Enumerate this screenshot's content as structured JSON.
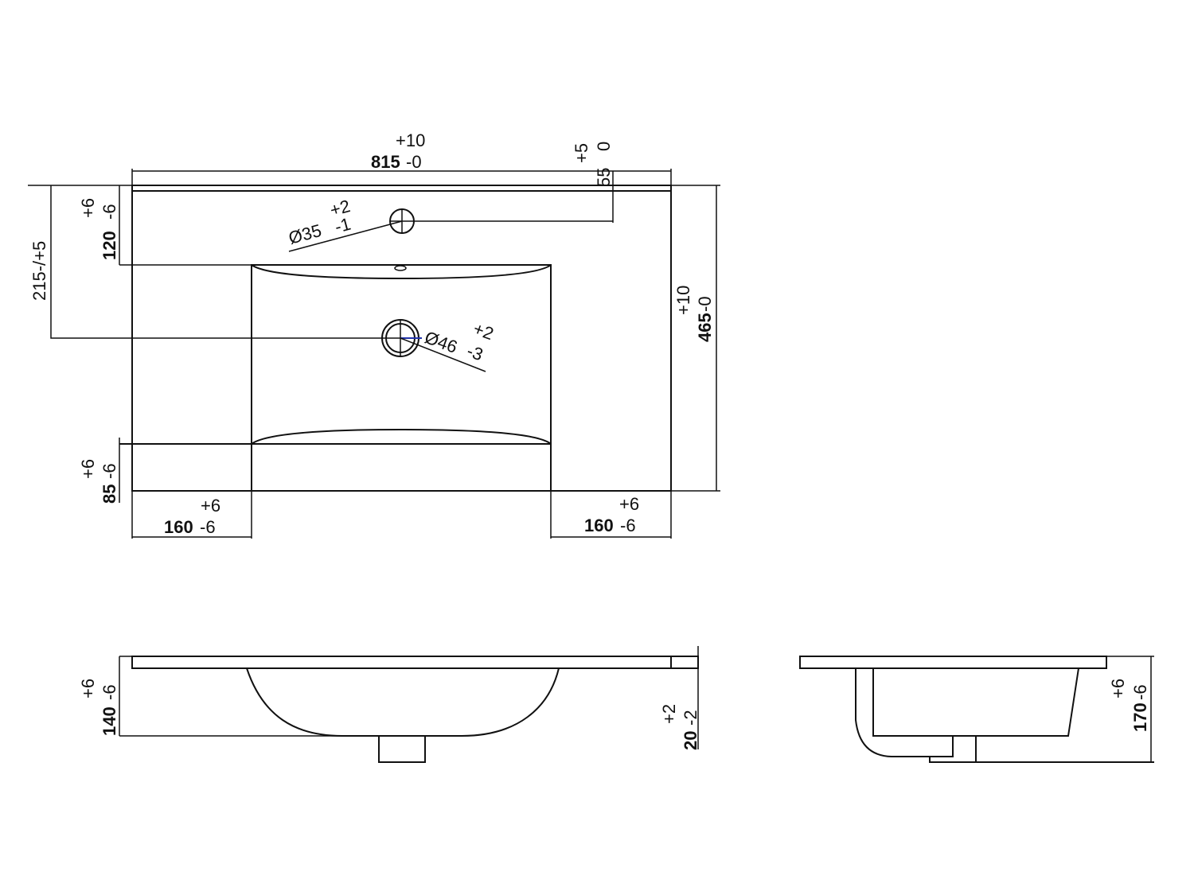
{
  "top_view": {
    "width": {
      "value": "815",
      "upper": "+10",
      "lower": "-0"
    },
    "tap_offset": {
      "value": "55",
      "upper": "+5",
      "lower": "0"
    },
    "tap_hole": {
      "value": "Ø35",
      "upper": "+2",
      "lower": "-1"
    },
    "drain_position": {
      "label": "215-/+5"
    },
    "back_deck": {
      "value": "120",
      "upper": "+6",
      "lower": "-6"
    },
    "depth": {
      "value": "465",
      "upper": "+10",
      "lower": "-0"
    },
    "drain_hole": {
      "value": "Ø46",
      "upper": "+2",
      "lower": "-3"
    },
    "front_deck": {
      "value": "85",
      "upper": "+6",
      "lower": "-6"
    },
    "left_deck": {
      "value": "160",
      "upper": "+6",
      "lower": "-6"
    },
    "right_deck": {
      "value": "160",
      "upper": "+6",
      "lower": "-6"
    }
  },
  "front_view": {
    "basin_depth": {
      "value": "140",
      "upper": "+6",
      "lower": "-6"
    },
    "slab_thickness": {
      "value": "20",
      "upper": "+2",
      "lower": "-2"
    }
  },
  "side_view": {
    "total_height": {
      "value": "170",
      "upper": "+6",
      "lower": "-6"
    }
  },
  "accent_color": "#2233aa"
}
